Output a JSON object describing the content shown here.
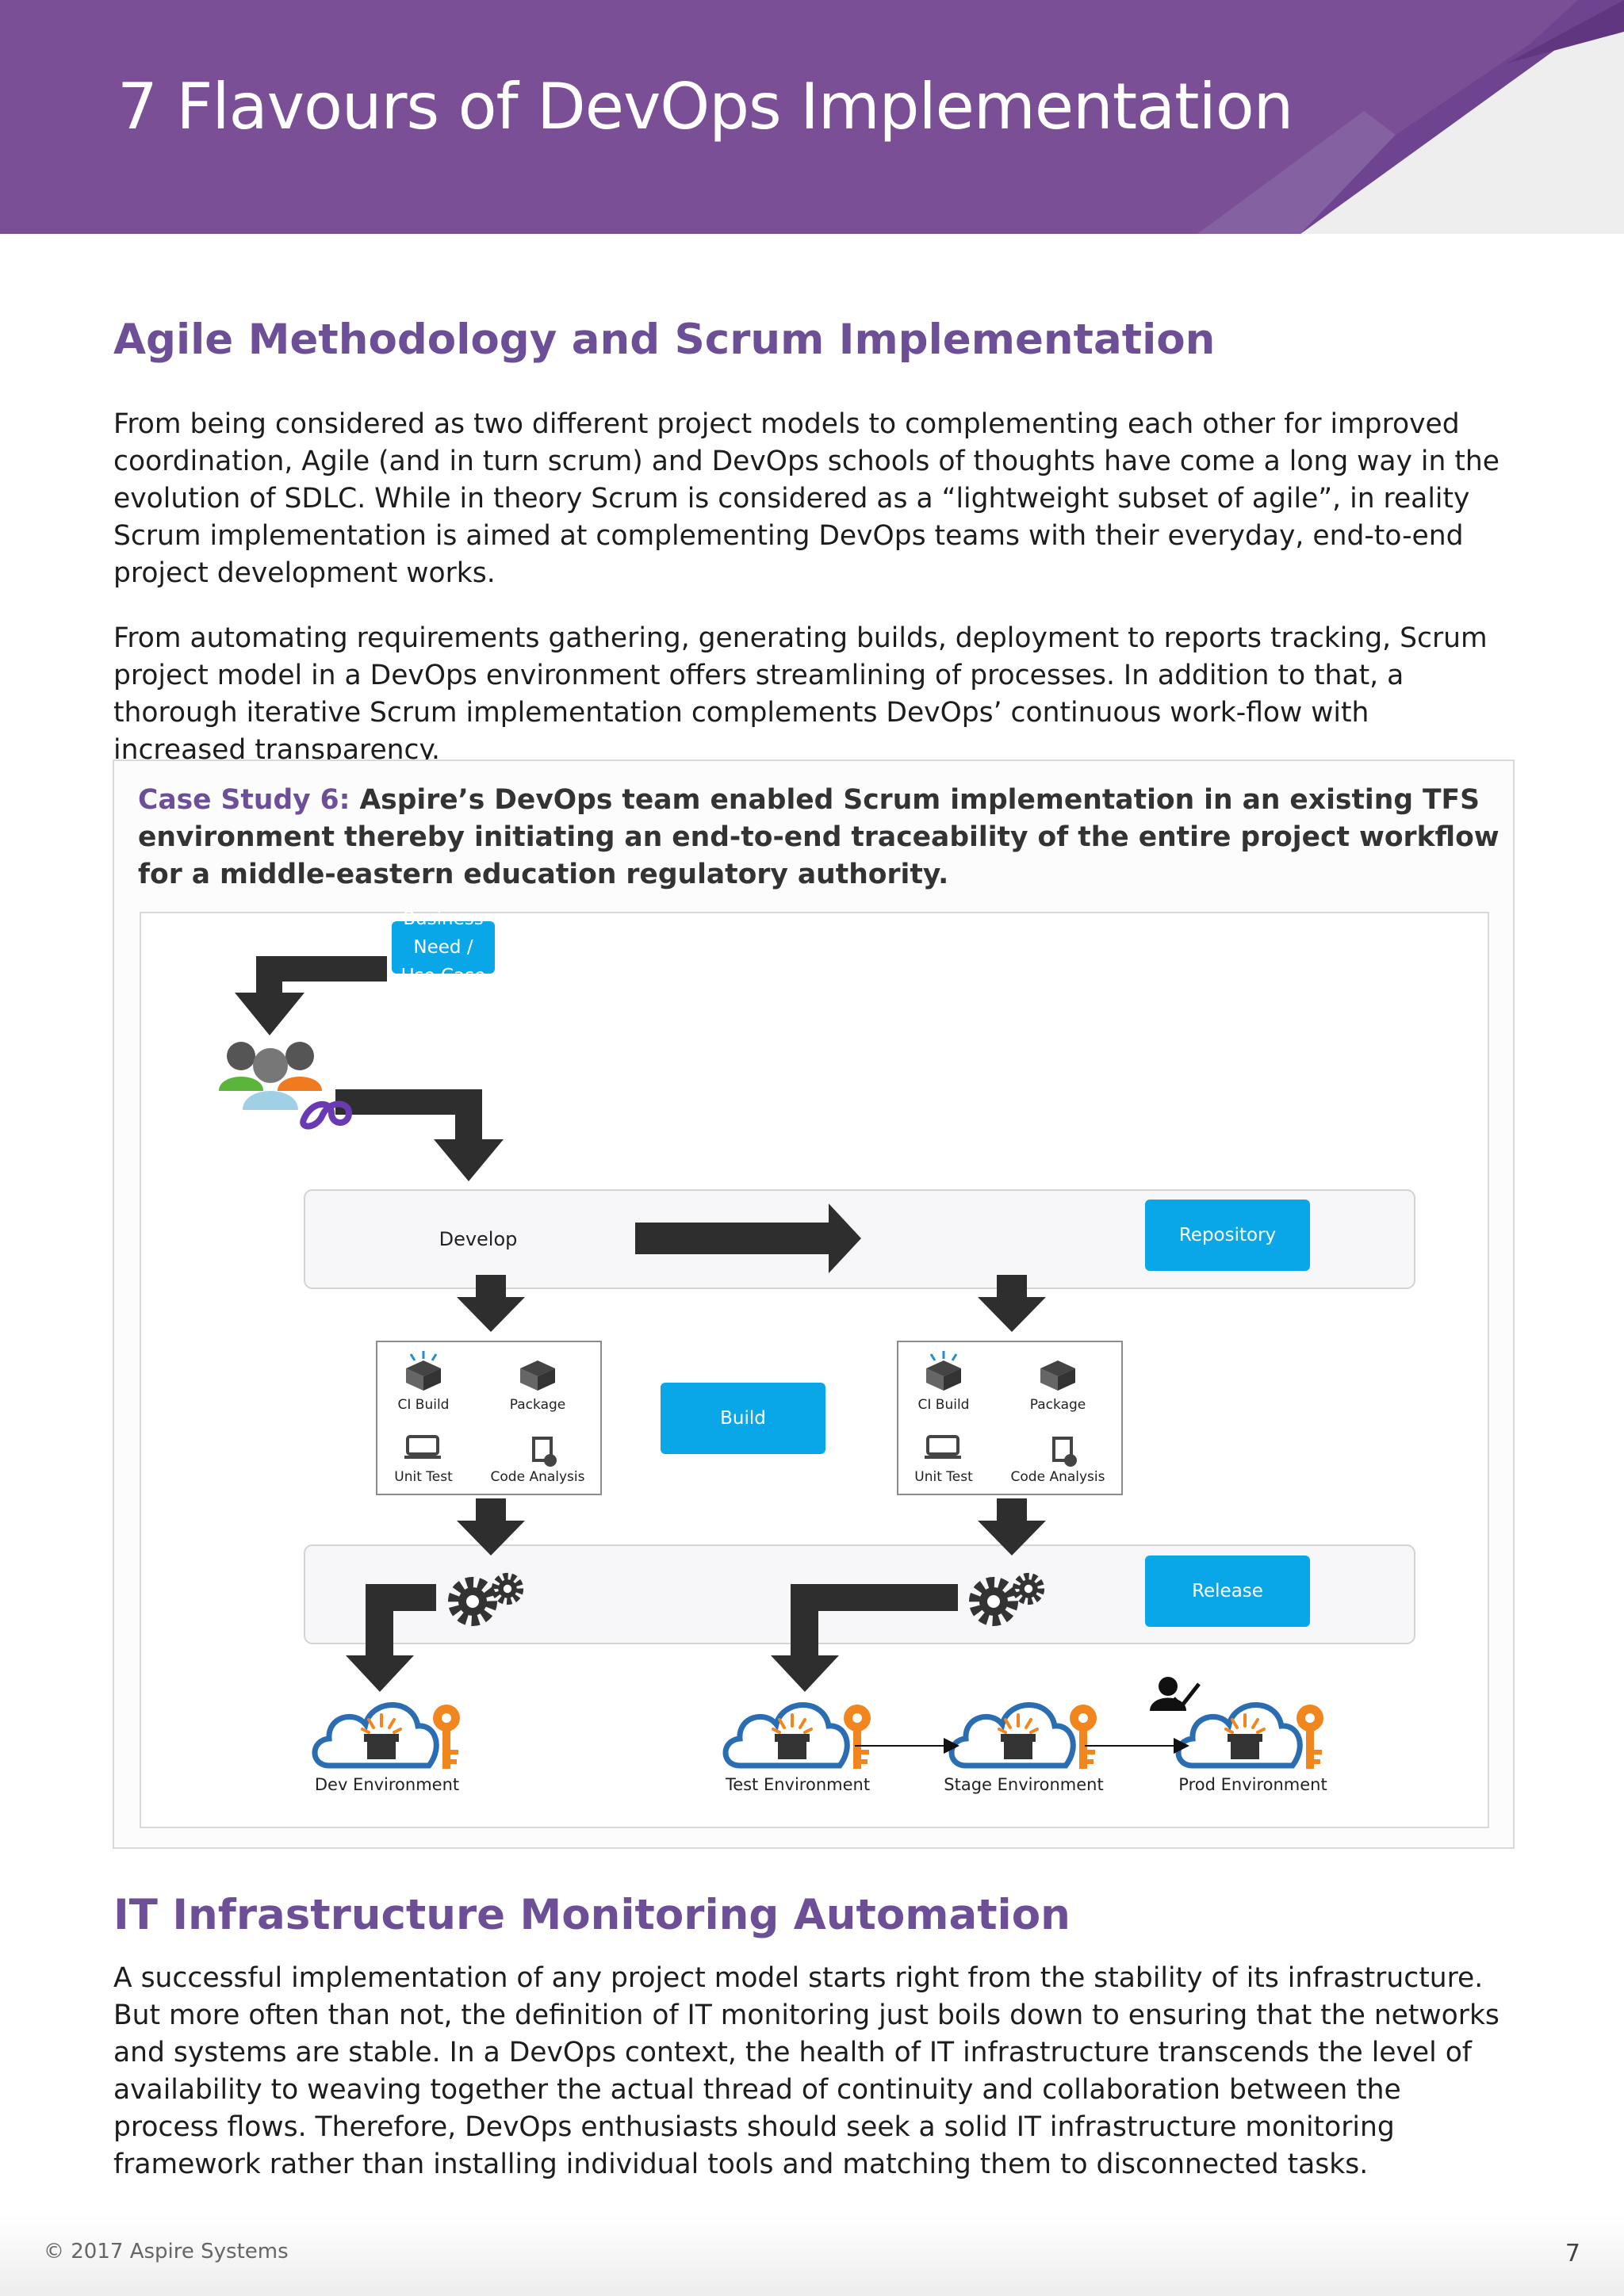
{
  "header": {
    "title": "7 Flavours of DevOps Implementation"
  },
  "section1": {
    "title": "Agile Methodology and Scrum Implementation",
    "paragraphs": [
      "From being considered as two different project models to complementing each other for improved coordination, Agile (and in turn scrum) and DevOps schools of thoughts have come a long way in the evolution of SDLC. While in theory Scrum is considered as a “lightweight subset of agile”, in reality Scrum implementation is aimed at complementing DevOps teams with their everyday, end-to-end project development works.",
      "From automating requirements gathering, generating builds, deployment to reports tracking, Scrum project model in a DevOps environment offers streamlining of processes. In addition to that, a thorough iterative Scrum implementation complements DevOps’ continuous work-flow with increased transparency."
    ]
  },
  "case_study": {
    "label": "Case Study 6:",
    "text": " Aspire’s DevOps team enabled Scrum implementation in an existing TFS environment thereby initiating an end-to-end traceability of the entire project workflow for a middle-eastern education regulatory authority."
  },
  "diagram": {
    "business_need": "Business Need /\nUse Case",
    "develop": "Develop",
    "repository": "Repository",
    "build": "Build",
    "release": "Release",
    "build_items": {
      "ci_build": "CI Build",
      "package": "Package",
      "unit_test": "Unit Test",
      "code_analysis": "Code Analysis"
    },
    "environments": {
      "dev": "Dev Environment",
      "test": "Test Environment",
      "stage": "Stage Environment",
      "prod": "Prod Environment"
    },
    "colors": {
      "blue": "#0aa7e8",
      "arrow": "#2e2e2e",
      "orange": "#f0861d",
      "cloud": "#2a6db2"
    }
  },
  "section2": {
    "title": "IT Infrastructure Monitoring Automation",
    "paragraph": "A successful implementation of any project model starts right from the stability of its infrastructure. But more often than not, the definition of IT monitoring just boils down to ensuring that the networks and systems are stable. In a DevOps context, the health of IT infrastructure transcends the level of availability to weaving together the actual thread of continuity and collaboration between the process flows.  Therefore, DevOps enthusiasts should seek a solid IT infrastructure monitoring framework rather than installing individual tools and matching them to disconnected tasks."
  },
  "footer": {
    "copyright": "© 2017 Aspire Systems",
    "page_number": "7"
  }
}
